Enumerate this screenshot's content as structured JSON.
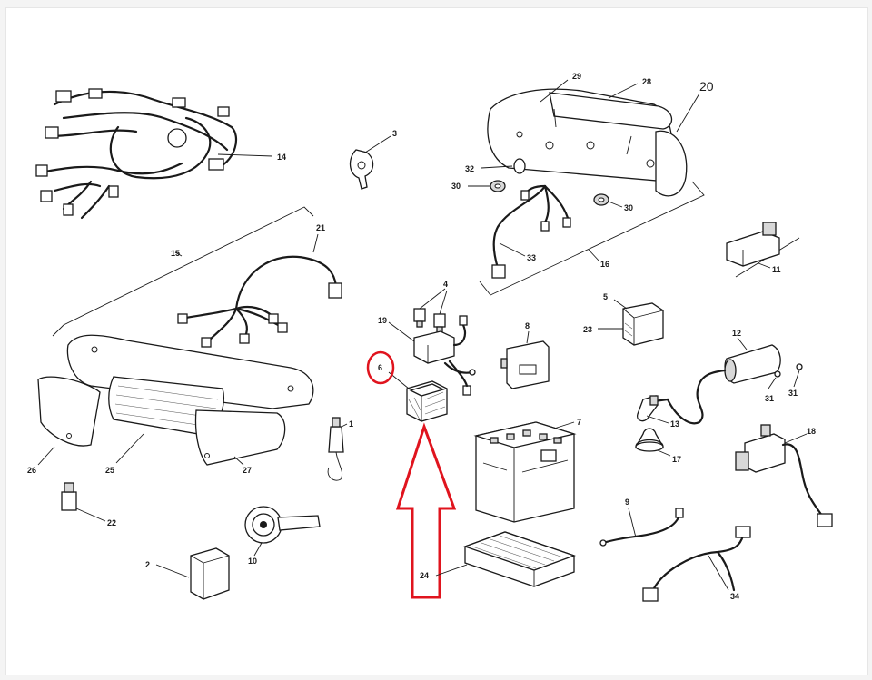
{
  "labels": {
    "l1": "1",
    "l2": "2",
    "l3": "3",
    "l4": "4",
    "l5": "5",
    "l6": "6",
    "l7": "7",
    "l8": "8",
    "l9": "9",
    "l10": "10",
    "l11": "11",
    "l12": "12",
    "l13": "13",
    "l14": "14",
    "l15": "15",
    "l16": "16",
    "l17": "17",
    "l18": "18",
    "l19": "19",
    "l20": "20",
    "l21": "21",
    "l22": "22",
    "l23": "23",
    "l24": "24",
    "l25": "25",
    "l26": "26",
    "l27": "27",
    "l28": "28",
    "l29": "29",
    "l30a": "30",
    "l30b": "30",
    "l31a": "31",
    "l31b": "31",
    "l32": "32",
    "l33": "33",
    "l34": "34"
  },
  "highlight": {
    "target_part": "6",
    "color": "#e0141e"
  }
}
